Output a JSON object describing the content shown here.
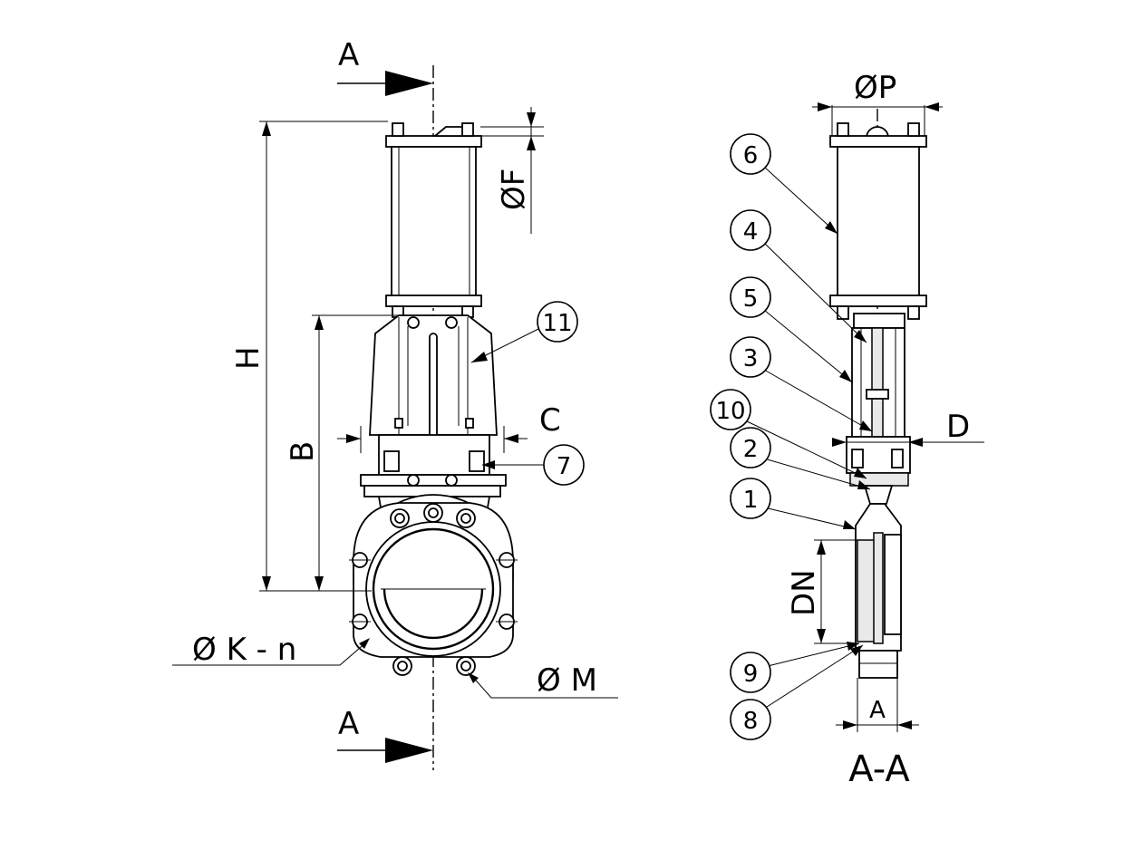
{
  "section_marks": {
    "top": "A",
    "bottom": "A",
    "section_title": "A-A"
  },
  "dimensions": {
    "H": "H",
    "B": "B",
    "C": "C",
    "D": "D",
    "DN": "DN",
    "A": "A",
    "phiF": "ØF",
    "phiP": "ØP",
    "phiM": "Ø M",
    "phiKn": "Ø K - n"
  },
  "parts": [
    "1",
    "2",
    "3",
    "4",
    "5",
    "6",
    "7",
    "8",
    "9",
    "10",
    "11"
  ]
}
